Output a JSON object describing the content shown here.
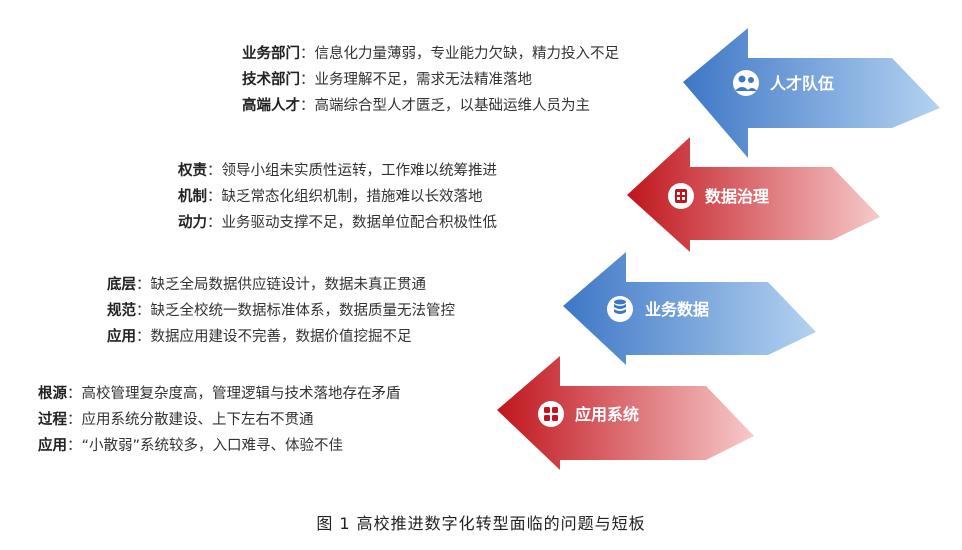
{
  "groups": [
    {
      "arrow": {
        "label": "人才队伍",
        "icon": "team-icon",
        "color_start": "#3e77c6",
        "color_end": "#b4d2f0"
      },
      "lines": [
        {
          "key": "业务部门",
          "sep": "：",
          "text": "信息化力量薄弱，专业能力欠缺，精力投入不足"
        },
        {
          "key": "技术部门",
          "sep": "：",
          "text": "业务理解不足，需求无法精准落地"
        },
        {
          "key": "高端人才",
          "sep": "：",
          "text": "高端综合型人才匮乏，以基础运维人员为主"
        }
      ]
    },
    {
      "arrow": {
        "label": "数据治理",
        "icon": "governance-icon",
        "color_start": "#c0151d",
        "color_end": "#f7c9c9"
      },
      "lines": [
        {
          "key": "权责",
          "sep": "：",
          "text": "领导小组未实质性运转，工作难以统筹推进"
        },
        {
          "key": "机制",
          "sep": "：",
          "text": "缺乏常态化组织机制，措施难以长效落地"
        },
        {
          "key": "动力",
          "sep": "：",
          "text": "业务驱动支撑不足，数据单位配合积极性低"
        }
      ]
    },
    {
      "arrow": {
        "label": "业务数据",
        "icon": "database-icon",
        "color_start": "#3e77c6",
        "color_end": "#b4d2f0"
      },
      "lines": [
        {
          "key": "底层",
          "sep": "：",
          "text": "缺乏全局数据供应链设计，数据未真正贯通"
        },
        {
          "key": "规范",
          "sep": "：",
          "text": "缺乏全校统一数据标准体系，数据质量无法管控"
        },
        {
          "key": "应用",
          "sep": "：",
          "text": "数据应用建设不完善，数据价值挖掘不足"
        }
      ]
    },
    {
      "arrow": {
        "label": "应用系统",
        "icon": "apps-icon",
        "color_start": "#c0151d",
        "color_end": "#f7c9c9"
      },
      "lines": [
        {
          "key": "根源",
          "sep": "：",
          "text": "高校管理复杂度高，管理逻辑与技术落地存在矛盾"
        },
        {
          "key": "过程",
          "sep": "：",
          "text": "应用系统分散建设、上下左右不贯通"
        },
        {
          "key": "应用",
          "sep": "：",
          "text": "“小散弱”系统较多，入口难寻、体验不佳"
        }
      ]
    }
  ],
  "caption": "图 1  高校推进数字化转型面临的问题与短板"
}
